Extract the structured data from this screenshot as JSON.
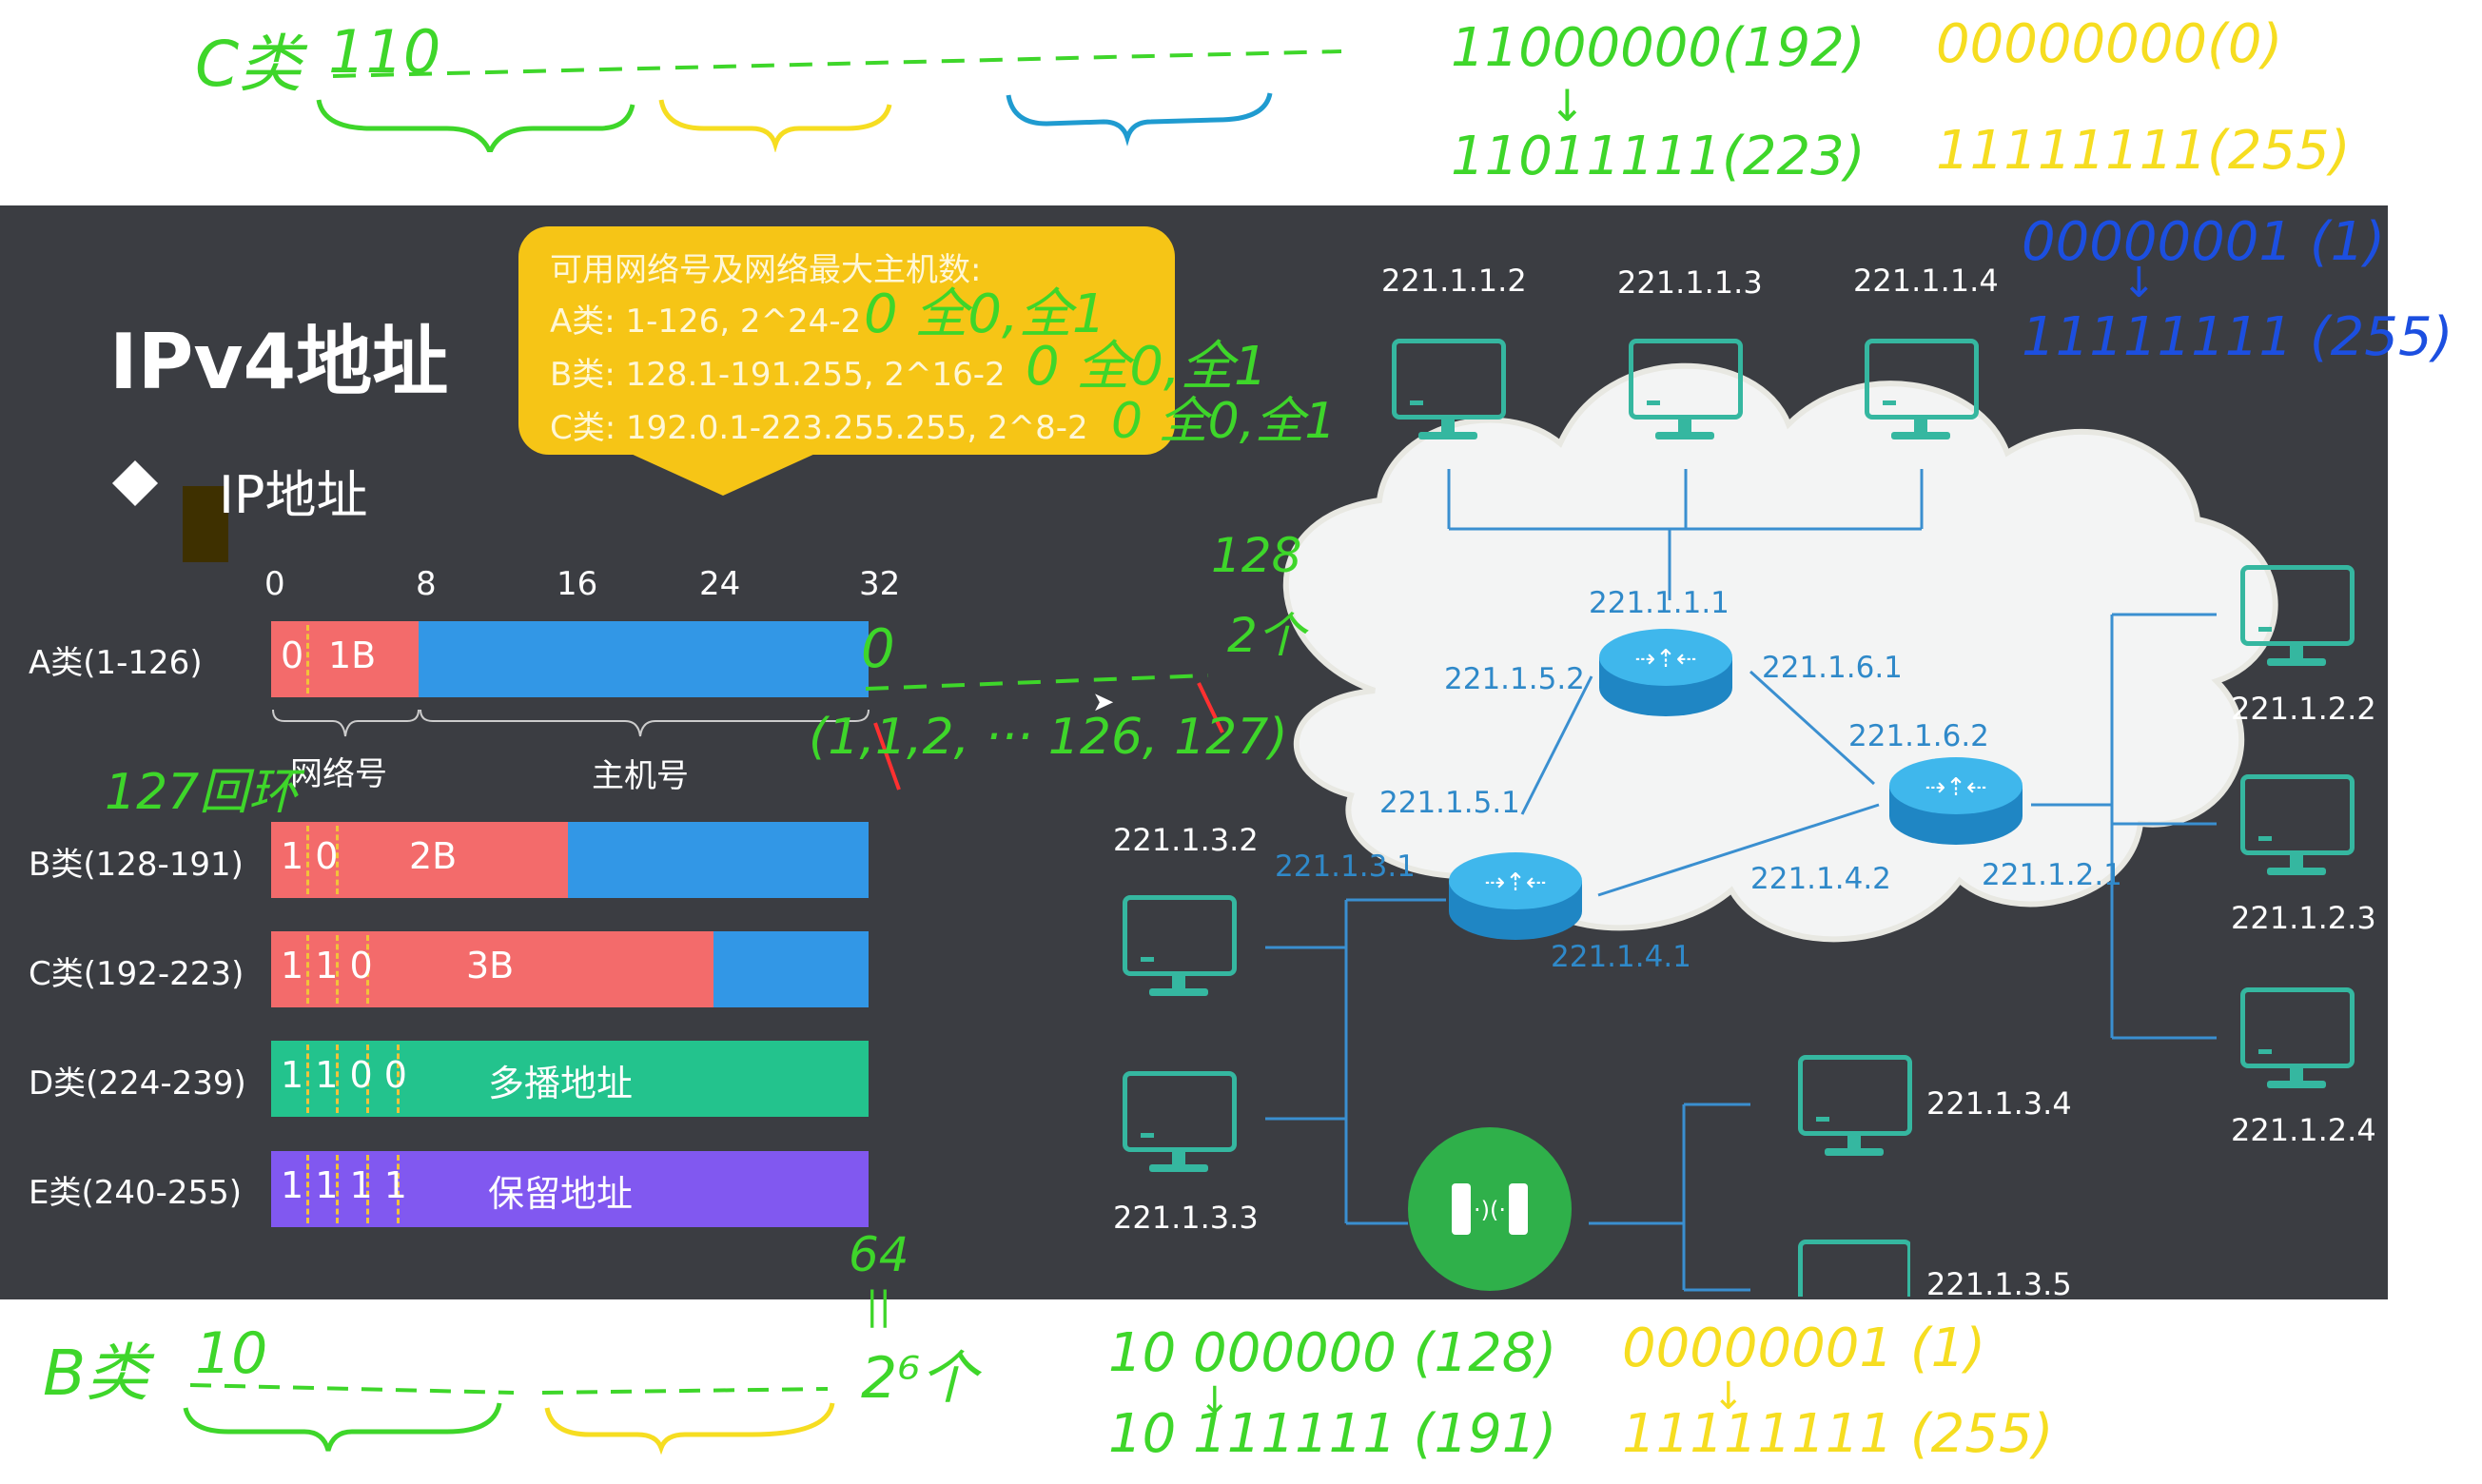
{
  "slide": {
    "title": "IPv4地址",
    "subtitle": "IP地址",
    "callout": {
      "heading": "可用网络号及网络最大主机数:",
      "a": "A类:  1-126, 2^24-2",
      "b": "B类:  128.1-191.255, 2^16-2",
      "c": "C类:  192.0.1-223.255.255, 2^8-2"
    },
    "ticks": [
      "0",
      "8",
      "16",
      "24",
      "32"
    ],
    "rows": [
      {
        "label": "A类(1-126)",
        "bits": "0",
        "text": "1B"
      },
      {
        "label": "B类(128-191)",
        "bits": "1 0",
        "text": "2B"
      },
      {
        "label": "C类(192-223)",
        "bits": "1 1 0",
        "text": "3B"
      },
      {
        "label": "D类(224-239)",
        "bits": "1 1 0 0",
        "text": "多播地址"
      },
      {
        "label": "E类(240-255)",
        "bits": "1 1 1 1",
        "text": "保留地址"
      }
    ],
    "brace_network": "网络号",
    "brace_host": "主机号",
    "colors": {
      "network": "#f36b6b",
      "host": "#3297e6",
      "multicast": "#23c38d",
      "reserved": "#8158f0",
      "background": "#3b3d42",
      "callout": "#f6c516"
    }
  },
  "network_diagram": {
    "top_pcs": [
      "221.1.1.2",
      "221.1.1.3",
      "221.1.1.4"
    ],
    "right_pcs": [
      "221.1.2.2",
      "221.1.2.3",
      "221.1.2.4"
    ],
    "left_pcs": [
      "221.1.3.2",
      "221.1.3.3"
    ],
    "bottom_pcs": [
      "221.1.3.4",
      "221.1.3.5"
    ],
    "router_labels": [
      "221.1.1.1",
      "221.1.5.2",
      "221.1.6.1",
      "221.1.6.2",
      "221.1.5.1",
      "221.1.3.1",
      "221.1.4.2",
      "221.1.2.1",
      "221.1.4.1"
    ]
  },
  "annotations": {
    "c_class": "C类",
    "c_bits": "110",
    "c_first": "11000000(192)",
    "c_last": "11011111(223)",
    "c_host_min": "00000000(0)",
    "c_host_max": "11111111(255)",
    "blue_min": "00000001 (1)",
    "blue_max": "11111111 (255)",
    "n128": "128",
    "n2": "2个",
    "zero_all": "0 全0,全1",
    "zero": "0",
    "loopback": "127回环",
    "a_range": "(1,1,2, ··· 126, 127)",
    "b_class": "B类",
    "b_bits": "10",
    "n64": "64",
    "n26": "2⁶个",
    "b_first": "10 000000 (128)",
    "b_last": "10 111111 (191)",
    "b_host_min": "00000001 (1)",
    "b_host_max": "11111111 (255)"
  }
}
